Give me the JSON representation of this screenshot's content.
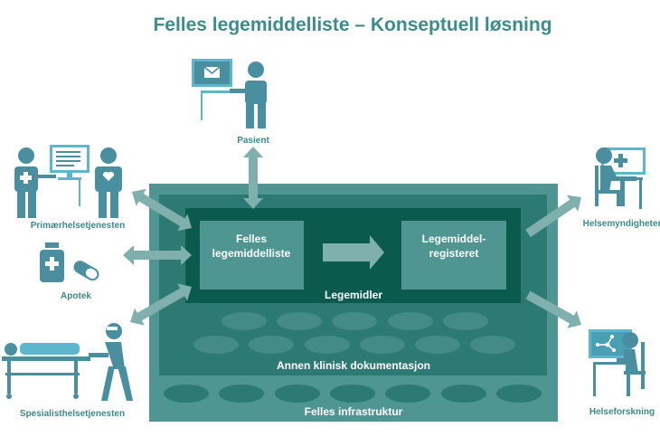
{
  "title": "Felles legemiddelliste – Konseptuell løsning",
  "actors": {
    "pasient": "Pasient",
    "primaer": "Primærhelsetjenesten",
    "apotek": "Apotek",
    "spesialist": "Spesialisthelsetjenesten",
    "helsemyndigheter": "Helsemyndigheter",
    "helseforskning": "Helseforskning"
  },
  "layers": {
    "infrastructure": "Felles infrastruktur",
    "clinical": "Annen klinisk dokumentasjon",
    "medicines": "Legemidler"
  },
  "boxes": {
    "list_line1": "Felles",
    "list_line2": "legemiddelliste",
    "registry_line1": "Legemiddel-",
    "registry_line2": "registeret"
  },
  "colors": {
    "title": "#3b8c8a",
    "outer": "#4f9592",
    "middle": "#2d7a74",
    "inner": "#0a5a4e",
    "box": "#4f9592",
    "arrow": "#7fb0ae",
    "icon": "#4a8fa0",
    "icon_light": "#5cb6cc"
  }
}
